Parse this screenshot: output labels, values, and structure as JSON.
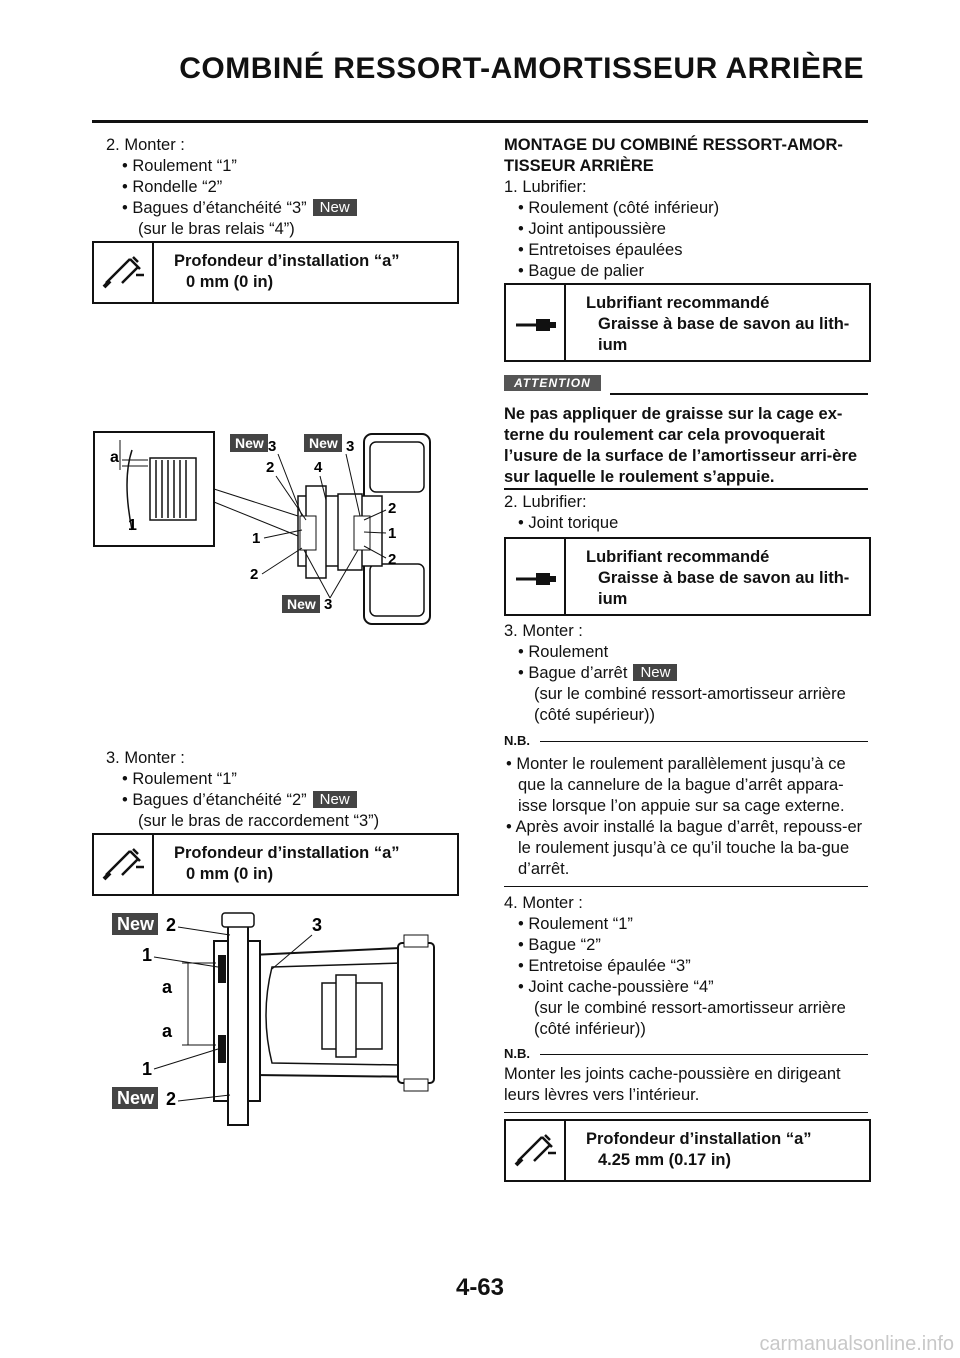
{
  "header": {
    "title": "COMBINÉ RESSORT-AMORTISSEUR ARRIÈRE"
  },
  "left": {
    "step2": {
      "head": "2. Monter :",
      "b1": "• Roulement “1”",
      "b2": "• Rondelle “2”",
      "b3": "• Bagues d’étanchéité “3”",
      "b3_badge": "New",
      "note": "(sur le bras relais “4”)"
    },
    "spec1": {
      "label": "Profondeur d’installation “a”",
      "value": "0 mm (0 in)"
    },
    "step3": {
      "head": "3. Monter :",
      "b1": "• Roulement “1”",
      "b2": "• Bagues d’étanchéité “2”",
      "b2_badge": "New",
      "note": "(sur le bras de raccordement “3”)"
    },
    "spec2": {
      "label": "Profondeur d’installation “a”",
      "value": "0 mm (0 in)"
    }
  },
  "figures": {
    "fig1_labels": {
      "a": "a",
      "one": "1",
      "two": "2",
      "three": "3",
      "four": "4",
      "new": "New"
    },
    "fig2_labels": {
      "a": "a",
      "one": "1",
      "two": "2",
      "three": "3",
      "new": "New"
    }
  },
  "right": {
    "section_title": "MONTAGE DU COMBINÉ RESSORT-AMOR-TISSEUR ARRIÈRE",
    "step1": {
      "head": "1. Lubrifier:",
      "b1": "• Roulement (côté inférieur)",
      "b2": "• Joint antipoussière",
      "b3": "• Entretoises épaulées",
      "b4": "• Bague de palier"
    },
    "lube1": {
      "label": "Lubrifiant recommandé",
      "value": "Graisse à base de savon au lith-ium"
    },
    "attention": {
      "badge": "ATTENTION",
      "text": "Ne pas appliquer de graisse sur la cage ex-terne du roulement car cela provoquerait l’usure de la surface de l’amortisseur arri-ère sur laquelle le roulement s’appuie."
    },
    "step2": {
      "head": "2. Lubrifier:",
      "b1": "• Joint torique"
    },
    "lube2": {
      "label": "Lubrifiant recommandé",
      "value": "Graisse à base de savon au lith-ium"
    },
    "step3": {
      "head": "3. Monter :",
      "b1": "• Roulement",
      "b2": "• Bague d’arrêt",
      "b2_badge": "New",
      "note1": "(sur le combiné ressort-amortisseur arrière",
      "note2": "(côté supérieur))"
    },
    "nb1": {
      "label": "N.B.",
      "item1": "• Monter le roulement parallèlement jusqu’à ce que la cannelure de la bague d’arrêt appara-isse lorsque l’on appuie sur sa cage externe.",
      "item2": "• Après avoir installé la bague d’arrêt, repouss-er le roulement jusqu’à ce qu’il touche la ba-gue d’arrêt."
    },
    "step4": {
      "head": "4. Monter :",
      "b1": "• Roulement “1”",
      "b2": "• Bague “2”",
      "b3": "• Entretoise épaulée “3”",
      "b4": "• Joint cache-poussière “4”",
      "note1": "(sur le combiné ressort-amortisseur arrière",
      "note2": "(côté inférieur))"
    },
    "nb2": {
      "label": "N.B.",
      "text": "Monter les joints cache-poussière en dirigeant leurs lèvres vers l’intérieur."
    },
    "spec3": {
      "label": "Profondeur d’installation “a”",
      "value": "4.25 mm (0.17 in)"
    }
  },
  "footer": {
    "page": "4-63",
    "watermark": "carmanualsonline.info"
  }
}
